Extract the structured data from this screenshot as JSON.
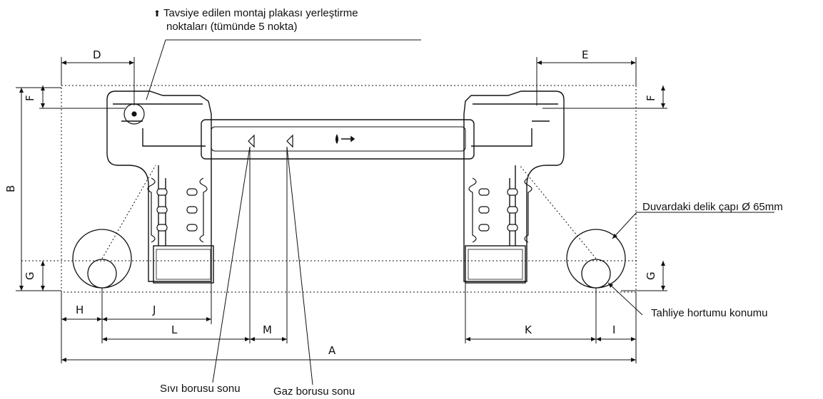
{
  "callouts": {
    "mounting_points_line1": "Tavsiye edilen montaj plakası yerleştirme",
    "mounting_points_line2": "noktaları (tümünde 5 nokta)",
    "wall_hole": "Duvardaki delik çapı Ø 65mm",
    "drain_hose": "Tahliye hortumu konumu",
    "liquid_pipe": "Sıvı borusu sonu",
    "gas_pipe": "Gaz borusu sonu"
  },
  "dimensions": {
    "A": "A",
    "B": "B",
    "D": "D",
    "E": "E",
    "F_left": "F",
    "F_right": "F",
    "G_left": "G",
    "G_right": "G",
    "H": "H",
    "I": "I",
    "J": "J",
    "K": "K",
    "L": "L",
    "M": "M"
  },
  "icons": {
    "mounting_marker": "up-arrow-icon"
  }
}
